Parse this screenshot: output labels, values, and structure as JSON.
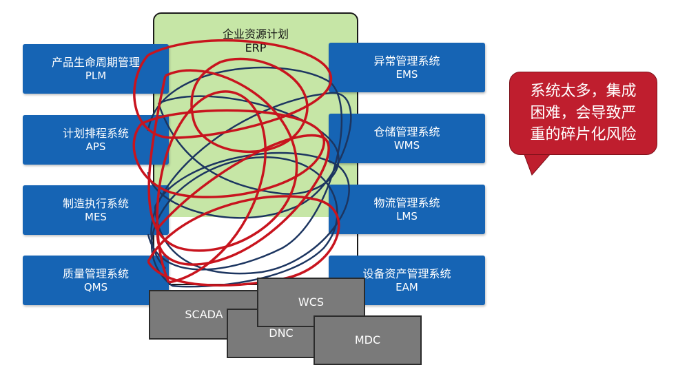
{
  "erp": {
    "name": "企业资源计划",
    "abbr": "ERP"
  },
  "left_systems": [
    {
      "name": "产品生命周期管理",
      "abbr": "PLM"
    },
    {
      "name": "计划排程系统",
      "abbr": "APS"
    },
    {
      "name": "制造执行系统",
      "abbr": "MES"
    },
    {
      "name": "质量管理系统",
      "abbr": "QMS"
    }
  ],
  "right_systems": [
    {
      "name": "异常管理系统",
      "abbr": "EMS"
    },
    {
      "name": "仓储管理系统",
      "abbr": "WMS"
    },
    {
      "name": "物流管理系统",
      "abbr": "LMS"
    },
    {
      "name": "设备资产管理系统",
      "abbr": "EAM"
    }
  ],
  "bottom_systems": [
    "SCADA",
    "WCS",
    "DNC",
    "MDC"
  ],
  "callout": {
    "lines": [
      "系统太多，集成",
      "困难，会导致严",
      "重的碎片化风险"
    ]
  },
  "colors": {
    "system_blue": "#1664b4",
    "erp_green": "#c6e6a6",
    "tangle_red": "#c8141e",
    "tangle_navy": "#1c3560",
    "callout_red": "#bf1e2e",
    "device_gray": "#7a7a7a"
  }
}
